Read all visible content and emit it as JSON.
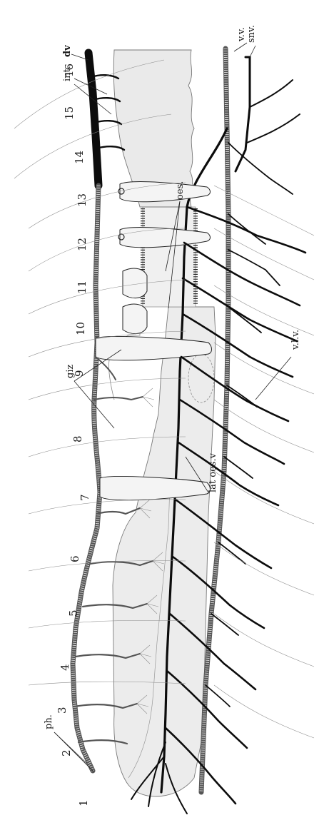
{
  "figure": {
    "labels": {
      "dv": "dv",
      "int": "int.",
      "vv": "v.v.",
      "snv": "snv.",
      "oes": "oes.",
      "giz": "giz",
      "vlv": "v.l.v.",
      "lat_oes_v": "lat oes.v",
      "ph": "ph."
    },
    "segment_numbers": [
      "1",
      "2",
      "3",
      "4",
      "5",
      "6",
      "7",
      "8",
      "9",
      "10",
      "11",
      "12",
      "13",
      "14",
      "15",
      "16"
    ],
    "colors": {
      "ink": "#0c0c0c",
      "gut_fill": "#e9e9e9",
      "background": "#ffffff"
    }
  }
}
